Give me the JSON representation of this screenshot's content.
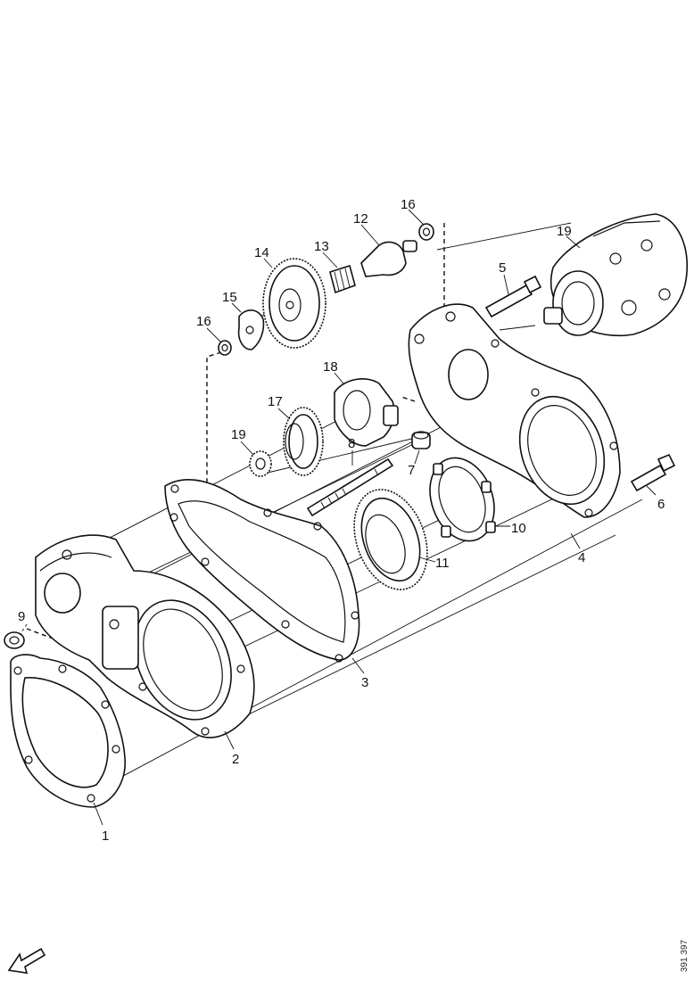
{
  "callouts": [
    {
      "id": "1",
      "label": "1"
    },
    {
      "id": "2",
      "label": "2"
    },
    {
      "id": "3",
      "label": "3"
    },
    {
      "id": "4",
      "label": "4"
    },
    {
      "id": "5",
      "label": "5"
    },
    {
      "id": "6",
      "label": "6"
    },
    {
      "id": "7",
      "label": "7"
    },
    {
      "id": "8",
      "label": "8"
    },
    {
      "id": "9",
      "label": "9"
    },
    {
      "id": "10",
      "label": "10"
    },
    {
      "id": "11",
      "label": "11"
    },
    {
      "id": "12",
      "label": "12"
    },
    {
      "id": "13",
      "label": "13"
    },
    {
      "id": "14",
      "label": "14"
    },
    {
      "id": "15",
      "label": "15"
    },
    {
      "id": "16a",
      "label": "16"
    },
    {
      "id": "16b",
      "label": "16"
    },
    {
      "id": "17",
      "label": "17"
    },
    {
      "id": "18",
      "label": "18"
    },
    {
      "id": "19a",
      "label": "19"
    },
    {
      "id": "19b",
      "label": "19"
    }
  ],
  "drawing_code": "391 397",
  "icons": {
    "direction": "arrow-icon"
  }
}
